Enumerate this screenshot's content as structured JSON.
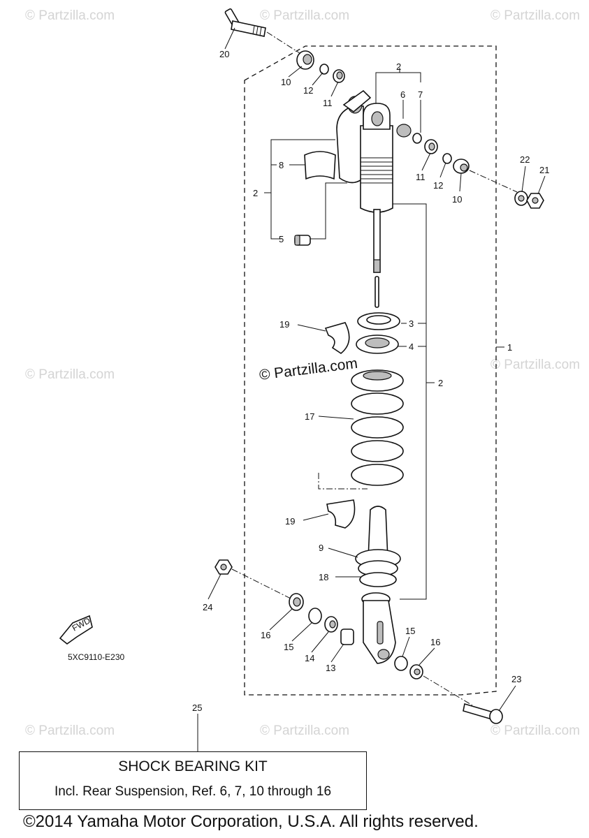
{
  "watermarks": {
    "site": "© Partzilla.com",
    "center": "© Partzilla.com"
  },
  "diagram_code": "5XC9110-E230",
  "fwd_label": "FWD",
  "callouts": {
    "c1": "1",
    "c2a": "2",
    "c2b": "2",
    "c2c": "2",
    "c3": "3",
    "c4": "4",
    "c5": "5",
    "c6": "6",
    "c7": "7",
    "c8": "8",
    "c9": "9",
    "c10a": "10",
    "c10b": "10",
    "c11a": "11",
    "c11b": "11",
    "c12a": "12",
    "c12b": "12",
    "c13": "13",
    "c14": "14",
    "c15a": "15",
    "c15b": "15",
    "c16a": "16",
    "c16b": "16",
    "c17": "17",
    "c18": "18",
    "c19a": "19",
    "c19b": "19",
    "c20": "20",
    "c21": "21",
    "c22": "22",
    "c23": "23",
    "c24": "24",
    "c25": "25"
  },
  "kit": {
    "title": "SHOCK BEARING KIT",
    "description": "Incl. Rear Suspension, Ref. 6, 7, 10 through 16"
  },
  "copyright": "©2014 Yamaha Motor Corporation, U.S.A. All rights reserved."
}
